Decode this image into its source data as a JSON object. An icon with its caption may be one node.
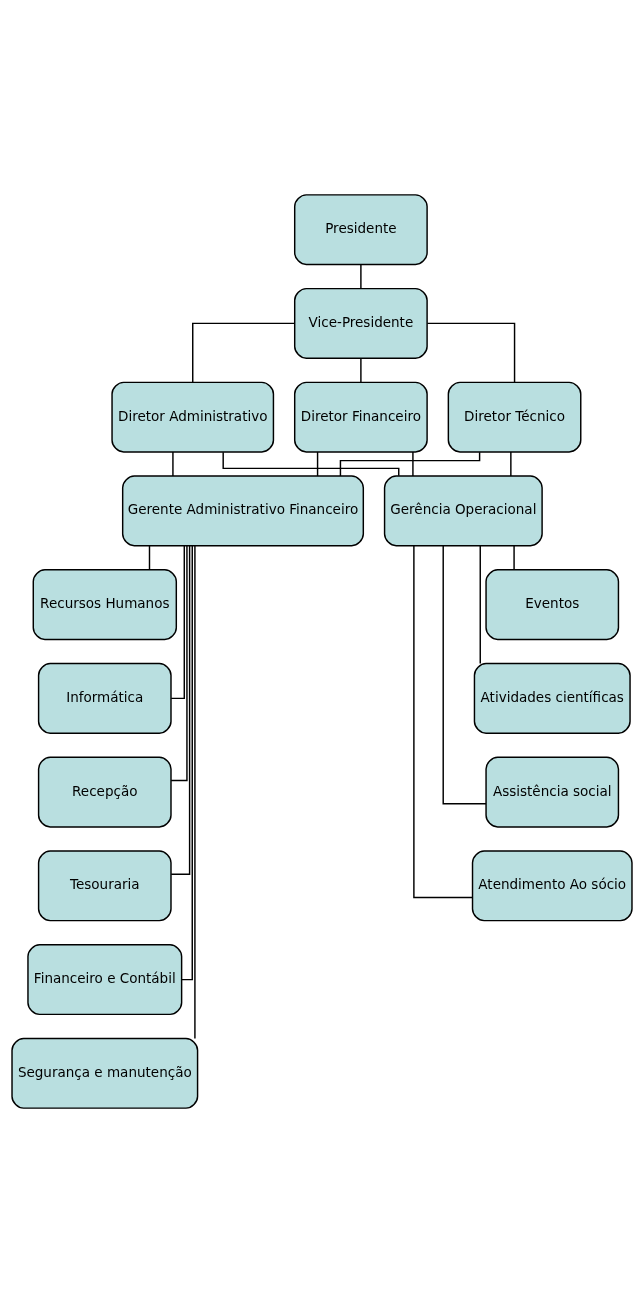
{
  "diagram": {
    "nodes": [
      {
        "text": [
          "Presidente"
        ]
      },
      {
        "text": [
          "Vice-Presidente"
        ]
      },
      {
        "text": [
          "Diretor Administrativo"
        ]
      },
      {
        "text": [
          "Diretor Financeiro"
        ]
      },
      {
        "text": [
          "Diretor Técnico"
        ]
      },
      {
        "text": [
          "Gerente Administrativo Financeiro"
        ]
      },
      {
        "text": [
          "Gerência Operacional"
        ]
      },
      {
        "text": [
          "Recursos Humanos"
        ]
      },
      {
        "text": [
          "Informática"
        ]
      },
      {
        "text": [
          "Recepção"
        ]
      },
      {
        "text": [
          "Tesouraria"
        ]
      },
      {
        "text": [
          "Financeiro e Contábil"
        ]
      },
      {
        "text": [
          "Segurança e manutenção"
        ]
      },
      {
        "text": [
          "Eventos"
        ]
      },
      {
        "text": [
          "Atividades científicas"
        ]
      },
      {
        "text": [
          "Assistência social"
        ]
      },
      {
        "text": [
          "Atendimento Ao sócio"
        ]
      }
    ],
    "edges": [
      {
        "from": 0,
        "to": 1,
        "arrow": "none"
      },
      {
        "from": 1,
        "to": 2,
        "arrow": "none"
      },
      {
        "from": 1,
        "to": 3,
        "arrow": "none"
      },
      {
        "from": 1,
        "to": 4,
        "arrow": "none"
      },
      {
        "from": 2,
        "to": 5,
        "arrow": "none"
      },
      {
        "from": 3,
        "to": 5,
        "arrow": "none"
      },
      {
        "from": 4,
        "to": 5,
        "arrow": "none"
      },
      {
        "from": 2,
        "to": 6,
        "arrow": "none"
      },
      {
        "from": 3,
        "to": 6,
        "arrow": "none"
      },
      {
        "from": 4,
        "to": 6,
        "arrow": "none"
      },
      {
        "from": 5,
        "to": 7,
        "arrow": "none"
      },
      {
        "from": 5,
        "to": 8,
        "arrow": "none"
      },
      {
        "from": 5,
        "to": 9,
        "arrow": "none"
      },
      {
        "from": 5,
        "to": 10,
        "arrow": "none"
      },
      {
        "from": 5,
        "to": 11,
        "arrow": "none"
      },
      {
        "from": 5,
        "to": 12,
        "arrow": "none"
      },
      {
        "from": 6,
        "to": 13,
        "arrow": "none"
      },
      {
        "from": 6,
        "to": 14,
        "arrow": "none"
      },
      {
        "from": 6,
        "to": 15,
        "arrow": "none"
      },
      {
        "from": 6,
        "to": 16,
        "arrow": "none"
      }
    ]
  }
}
